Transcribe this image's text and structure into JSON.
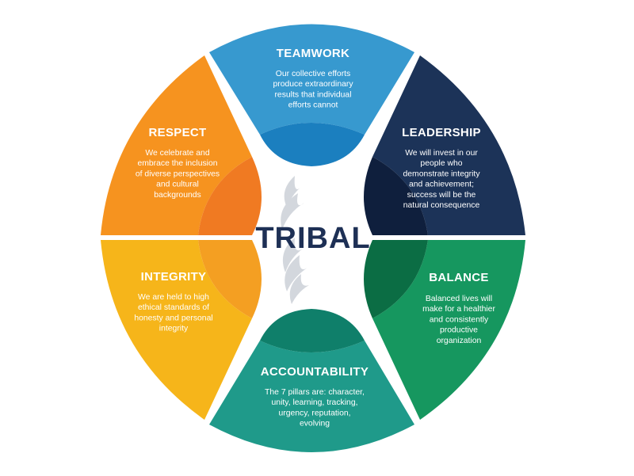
{
  "center": {
    "title": "TRIBAL"
  },
  "colors": {
    "teamwork": "#3799cf",
    "teamwork_lens": "#1b7fbf",
    "leadership": "#1c3358",
    "leadership_lens": "#0f1f3d",
    "balance": "#16975f",
    "balance_lens": "#0b6d44",
    "accountability": "#1f9a8a",
    "accountability_lens": "#0f7f6a",
    "integrity": "#f6b51a",
    "integrity_lens": "#f49f22",
    "respect": "#f6931f",
    "respect_lens": "#f07a22",
    "logo_gray": "#cfd3da"
  },
  "segments": [
    {
      "key": "teamwork",
      "icon": "teamwork-segment",
      "title": "TEAMWORK",
      "lines": [
        "Our collective efforts",
        "produce extraordinary",
        "results that individual",
        "efforts cannot"
      ]
    },
    {
      "key": "leadership",
      "icon": "leadership-segment",
      "title": "LEADERSHIP",
      "lines": [
        "We will invest in our",
        "people who",
        "demonstrate integrity",
        "and achievement;",
        "success will be the",
        "natural consequence"
      ]
    },
    {
      "key": "balance",
      "icon": "balance-segment",
      "title": "BALANCE",
      "lines": [
        "Balanced lives will",
        "make for a healthier",
        "and consistently",
        "productive",
        "organization"
      ]
    },
    {
      "key": "accountability",
      "icon": "accountability-segment",
      "title": "ACCOUNTABILITY",
      "lines": [
        "The 7 pillars are: character,",
        "unity, learning, tracking,",
        "urgency, reputation,",
        "evolving"
      ]
    },
    {
      "key": "integrity",
      "icon": "integrity-segment",
      "title": "INTEGRITY",
      "lines": [
        "We are held to high",
        "ethical standards of",
        "honesty and personal",
        "integrity"
      ]
    },
    {
      "key": "respect",
      "icon": "respect-segment",
      "title": "RESPECT",
      "lines": [
        "We celebrate and",
        "embrace the inclusion",
        "of diverse perspectives",
        "and cultural",
        "backgrounds"
      ]
    }
  ]
}
